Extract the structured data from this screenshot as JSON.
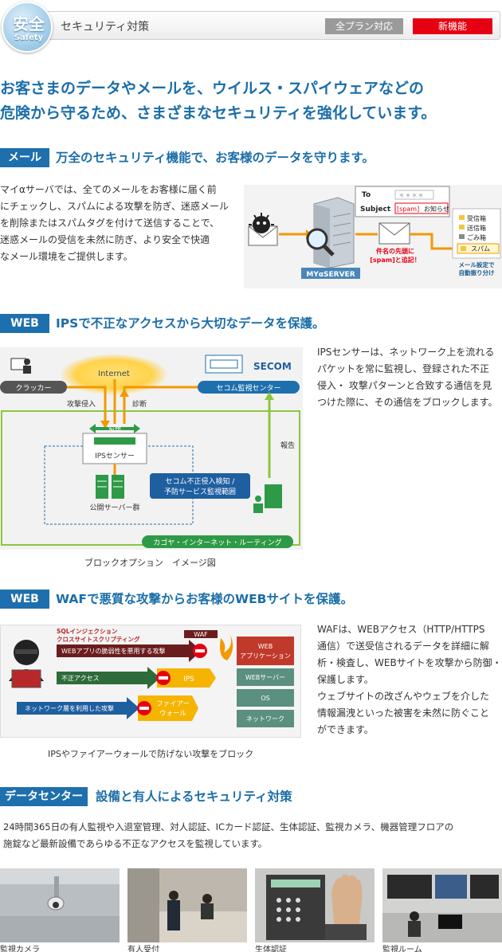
{
  "header": {
    "circle_jp": "安全",
    "circle_en": "Safety",
    "title": "セキュリティ対策",
    "badge_all": "全プラン対応",
    "badge_new": "新機能"
  },
  "lead": {
    "line1": "お客さまのデータやメールを、ウイルス・スパイウェアなどの",
    "line2": "危険から守るため、さまざまなセキュリティを強化しています。"
  },
  "mail": {
    "label": "メール",
    "title": "万全のセキュリティ機能で、お客様のデータを守ります。",
    "text": [
      "マイαサーバでは、全てのメールをお客様に届く前",
      "にチェックし、スパムによる攻撃を防ぎ、迷惑メール",
      "を削除またはスパムタグを付けて送信することで、",
      "迷惑メールの受信を未然に防ぎ、より安全で快適",
      "なメール環境をご提供します。"
    ],
    "diagram": {
      "to": "To",
      "to_value": "＊＊＊＊",
      "subject": "Subject",
      "subject_tag": "[spam]",
      "subject_rest": "お知らせ",
      "server": "MYαSERVER",
      "note1": "件名の先頭に",
      "note2": "[spam]と追記！",
      "folders": [
        "受信箱",
        "送信箱",
        "ごみ箱",
        "スパム"
      ],
      "auto1": "メール設定で",
      "auto2": "自動振り分け"
    }
  },
  "ips": {
    "label": "WEB",
    "title": "IPSで不正なアクセスから大切なデータを保護。",
    "text": [
      "IPSセンサーは、ネットワーク上を流れる",
      "パケットを常に監視し、登録された不正",
      "侵入・ 攻撃パターンと合致する通信を見",
      "つけた際に、その通信をブロックします。"
    ],
    "diagram": {
      "internet": "Internet",
      "cracker": "クラッカー",
      "secom_logo": "SECOM",
      "secom_center": "セコム監視センター",
      "attack": "攻撃侵入",
      "diag": "診断",
      "monitor": "監視",
      "sensor": "IPSセンサー",
      "report": "報告",
      "servers": "公開サーバー群",
      "scope1": "セコム不正侵入検知 /",
      "scope2": "予防サービス監視範囲",
      "routing": "カゴヤ・インターネット・ルーティング"
    },
    "caption": "ブロックオプション　イメージ図"
  },
  "waf": {
    "label": "WEB",
    "title": "WAFで悪質な攻撃からお客様のWEBサイトを保護。",
    "text": [
      "WAFは、WEBアクセス（HTTP/HTTPS",
      "通信）で送受信されるデータを詳細に解",
      "析・検査し、WEBサイトを攻撃から防御・",
      "保護します。",
      "ウェブサイトの改ざんやウェブを介した",
      "情報漏洩といった被害を未然に防ぐこと",
      "ができます。"
    ],
    "diagram": {
      "sql1": "SQLインジェクション",
      "sql2": "クロスサイトスクリプティング",
      "waf": "WAF",
      "vuln": "WEBアプリの脆弱性を悪用する攻撃",
      "illegal": "不正アクセス",
      "ips": "IPS",
      "network_attack": "ネットワーク層を利用した攻撃",
      "fw1": "ファイアー",
      "fw2": "ウォール",
      "layers": [
        "WEB アプリケーション",
        "WEBサーバー",
        "OS",
        "ネットワーク"
      ],
      "layer_app1": "WEB",
      "layer_app2": "アプリケーション"
    },
    "caption": "IPSやファイアーウォールで防げない攻撃をブロック"
  },
  "dc": {
    "label": "データセンター",
    "title": "設備と有人によるセキュリティ対策",
    "text": [
      "24時間365日の有人監視や入退室管理、対人認証、ICカード認証、生体認証、監視カメラ、機器管理フロアの",
      "施錠など最新設備であらゆる不正なアクセスを監視しています。"
    ],
    "photos": [
      "監視カメラ",
      "有人受付",
      "生体認証",
      "監視ルーム"
    ]
  },
  "colors": {
    "accent": "#1e6fad",
    "lead_text": "#1b6ea8",
    "new_badge": "#e60012",
    "arrow": "#f39800",
    "green": "#2e9a47"
  }
}
